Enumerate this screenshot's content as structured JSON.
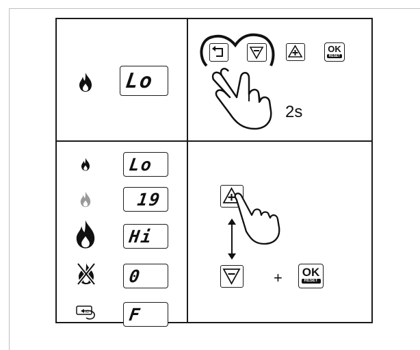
{
  "top_left": {
    "display": "Lo"
  },
  "top_right": {
    "hold_time": "2s"
  },
  "menu_list": [
    {
      "icon": "flame-small-icon",
      "display": "Lo"
    },
    {
      "icon": "flame-medium-gray-icon",
      "display": "19"
    },
    {
      "icon": "flame-large-icon",
      "display": "Hi"
    },
    {
      "icon": "flame-off-icon",
      "display": "0"
    },
    {
      "icon": "back-key-icon",
      "display": "F"
    }
  ],
  "bottom_right": {
    "plus_sign": "+"
  },
  "keys": {
    "ok": "OK",
    "reset": "RESET"
  }
}
